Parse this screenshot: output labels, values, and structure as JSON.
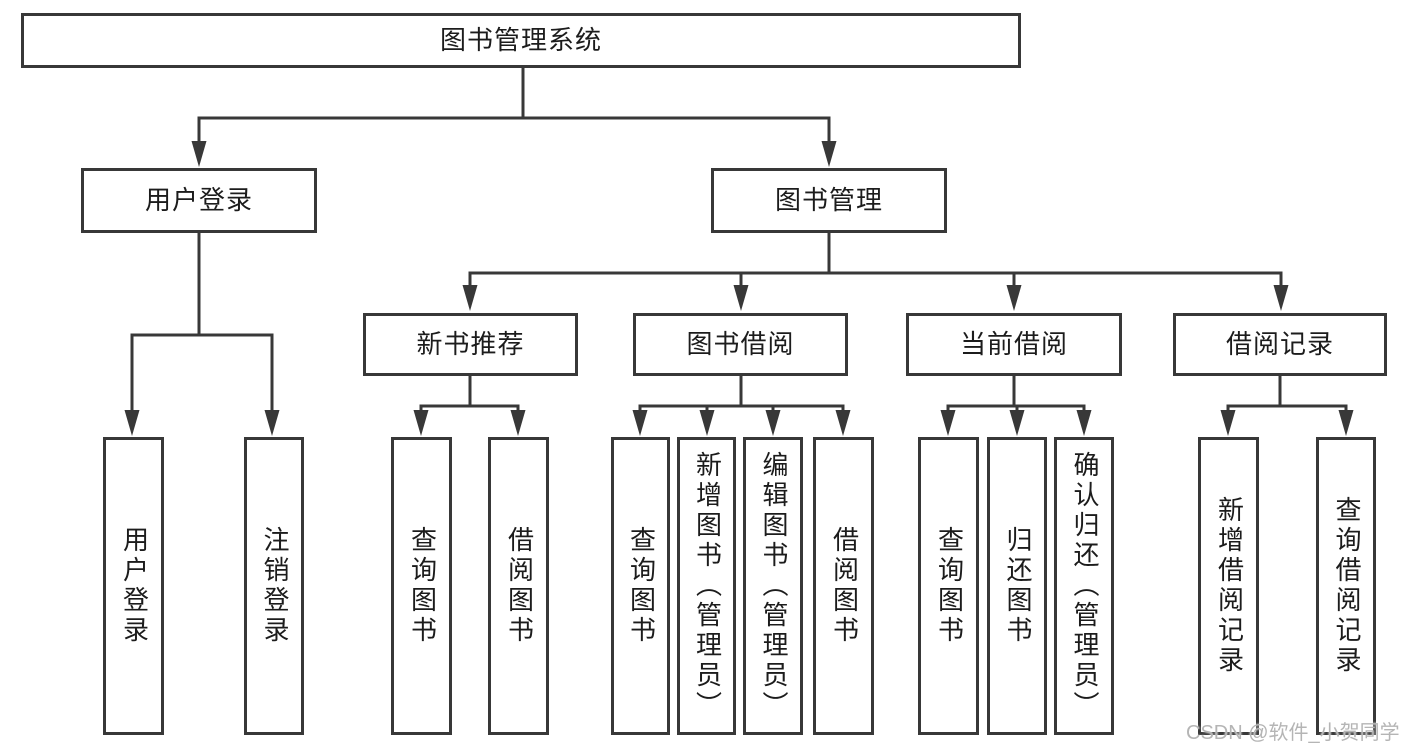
{
  "diagram": {
    "title": "图书管理系统",
    "line_color": "#383838",
    "box_border_color": "#383838",
    "text_color": "#1c1c1c",
    "background_color": "#ffffff",
    "nodes": [
      {
        "id": "root",
        "label": "图书管理系统",
        "parent": null
      },
      {
        "id": "user-login",
        "label": "用户登录",
        "parent": "root"
      },
      {
        "id": "book-mgmt",
        "label": "图书管理",
        "parent": "root"
      },
      {
        "id": "v-user-login",
        "label": "用户登录",
        "parent": "user-login"
      },
      {
        "id": "v-logout",
        "label": "注销登录",
        "parent": "user-login"
      },
      {
        "id": "new-book-rec",
        "label": "新书推荐",
        "parent": "book-mgmt"
      },
      {
        "id": "book-borrow",
        "label": "图书借阅",
        "parent": "book-mgmt"
      },
      {
        "id": "current-borrow",
        "label": "当前借阅",
        "parent": "book-mgmt"
      },
      {
        "id": "borrow-record",
        "label": "借阅记录",
        "parent": "book-mgmt"
      },
      {
        "id": "nb-query",
        "label": "查询图书",
        "parent": "new-book-rec"
      },
      {
        "id": "nb-borrow",
        "label": "借阅图书",
        "parent": "new-book-rec"
      },
      {
        "id": "bb-query",
        "label": "查询图书",
        "parent": "book-borrow"
      },
      {
        "id": "bb-add",
        "label": "新增图书（管理员）",
        "parent": "book-borrow"
      },
      {
        "id": "bb-edit",
        "label": "编辑图书（管理员）",
        "parent": "book-borrow"
      },
      {
        "id": "bb-borrow",
        "label": "借阅图书",
        "parent": "book-borrow"
      },
      {
        "id": "cb-query",
        "label": "查询图书",
        "parent": "current-borrow"
      },
      {
        "id": "cb-return",
        "label": "归还图书",
        "parent": "current-borrow"
      },
      {
        "id": "cb-confirm",
        "label": "确认归还（管理员）",
        "parent": "current-borrow"
      },
      {
        "id": "br-add",
        "label": "新增借阅记录",
        "parent": "borrow-record"
      },
      {
        "id": "br-query",
        "label": "查询借阅记录",
        "parent": "borrow-record"
      }
    ]
  },
  "watermark": {
    "text": "CSDN @软件_小贺同学",
    "color": "#b5b5b5"
  }
}
